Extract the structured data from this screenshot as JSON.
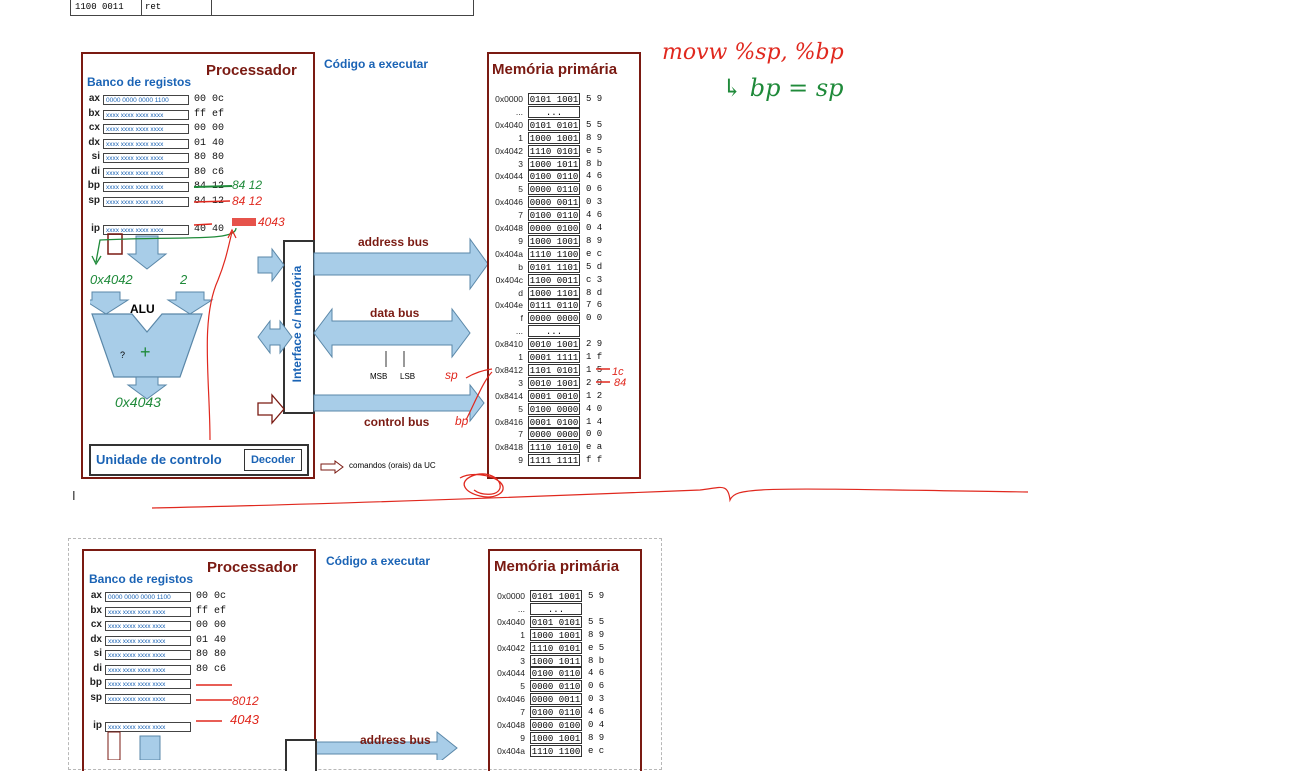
{
  "top_table": {
    "row_code": "1100 0011",
    "row_mnemonic": "ret"
  },
  "diagram": {
    "processor_title": "Processador",
    "register_bank_title": "Banco de registos",
    "code_label": "Código a executar",
    "memory_title": "Memória primária",
    "alu_label": "ALU",
    "alu_op": "?",
    "control_unit": "Unidade de controlo",
    "decoder": "Decoder",
    "interface_label": "Interface c/ memória",
    "address_bus": "address bus",
    "data_bus": "data bus",
    "control_bus": "control bus",
    "msb": "MSB",
    "lsb": "LSB",
    "legend": "comandos (orais) da UC"
  },
  "registers": [
    {
      "name": "ax",
      "bits": "0000 0000 0000 1100",
      "val": "00 0c"
    },
    {
      "name": "bx",
      "bits": "xxxx xxxx  xxxx xxxx",
      "val": "ff ef"
    },
    {
      "name": "cx",
      "bits": "xxxx xxxx  xxxx xxxx",
      "val": "00 00"
    },
    {
      "name": "dx",
      "bits": "xxxx xxxx  xxxx xxxx",
      "val": "01 40"
    },
    {
      "name": "si",
      "bits": "xxxx xxxx  xxxx xxxx",
      "val": "80 80"
    },
    {
      "name": "di",
      "bits": "xxxx xxxx  xxxx xxxx",
      "val": "80 c6"
    },
    {
      "name": "bp",
      "bits": "xxxx xxxx  xxxx xxxx",
      "val": "84 12"
    },
    {
      "name": "sp",
      "bits": "xxxx xxxx  xxxx xxxx",
      "val": "84 12"
    },
    {
      "name": "ip",
      "bits": "xxxx xxxx  xxxx xxxx",
      "val": "40 40"
    }
  ],
  "memory": [
    {
      "addr": "0x0000",
      "bin": "0101 1001",
      "hex": "5 9"
    },
    {
      "addr": "...",
      "bin": "...",
      "hex": ""
    },
    {
      "addr": "0x4040",
      "bin": "0101 0101",
      "hex": "5 5"
    },
    {
      "addr": "1",
      "bin": "1000 1001",
      "hex": "8 9"
    },
    {
      "addr": "0x4042",
      "bin": "1110 0101",
      "hex": "e 5"
    },
    {
      "addr": "3",
      "bin": "1000 1011",
      "hex": "8 b"
    },
    {
      "addr": "0x4044",
      "bin": "0100 0110",
      "hex": "4 6"
    },
    {
      "addr": "5",
      "bin": "0000 0110",
      "hex": "0 6"
    },
    {
      "addr": "0x4046",
      "bin": "0000 0011",
      "hex": "0 3"
    },
    {
      "addr": "7",
      "bin": "0100 0110",
      "hex": "4 6"
    },
    {
      "addr": "0x4048",
      "bin": "0000 0100",
      "hex": "0 4"
    },
    {
      "addr": "9",
      "bin": "1000 1001",
      "hex": "8 9"
    },
    {
      "addr": "0x404a",
      "bin": "1110 1100",
      "hex": "e c"
    },
    {
      "addr": "b",
      "bin": "0101 1101",
      "hex": "5 d"
    },
    {
      "addr": "0x404c",
      "bin": "1100 0011",
      "hex": "c 3"
    },
    {
      "addr": "d",
      "bin": "1000 1101",
      "hex": "8 d"
    },
    {
      "addr": "0x404e",
      "bin": "0111 0110",
      "hex": "7 6"
    },
    {
      "addr": "f",
      "bin": "0000 0000",
      "hex": "0 0"
    },
    {
      "addr": "...",
      "bin": "...",
      "hex": ""
    },
    {
      "addr": "0x8410",
      "bin": "0010 1001",
      "hex": "2 9"
    },
    {
      "addr": "1",
      "bin": "0001 1111",
      "hex": "1 f"
    },
    {
      "addr": "0x8412",
      "bin": "1101 0101",
      "hex": "1 5"
    },
    {
      "addr": "3",
      "bin": "0010 1001",
      "hex": "2 9"
    },
    {
      "addr": "0x8414",
      "bin": "0001 0010",
      "hex": "1 2"
    },
    {
      "addr": "5",
      "bin": "0100 0000",
      "hex": "4 0"
    },
    {
      "addr": "0x8416",
      "bin": "0001 0100",
      "hex": "1 4"
    },
    {
      "addr": "7",
      "bin": "0000 0000",
      "hex": "0 0"
    },
    {
      "addr": "0x8418",
      "bin": "1110 1010",
      "hex": "e a"
    },
    {
      "addr": "9",
      "bin": "1111 1111",
      "hex": "f f"
    }
  ],
  "registers2": [
    {
      "name": "ax",
      "bits": "0000 0000 0000 1100",
      "val": "00 0c"
    },
    {
      "name": "bx",
      "bits": "xxxx xxxx  xxxx xxxx",
      "val": "ff ef"
    },
    {
      "name": "cx",
      "bits": "xxxx xxxx  xxxx xxxx",
      "val": "00 00"
    },
    {
      "name": "dx",
      "bits": "xxxx xxxx  xxxx xxxx",
      "val": "01 40"
    },
    {
      "name": "si",
      "bits": "xxxx xxxx  xxxx xxxx",
      "val": "80 80"
    },
    {
      "name": "di",
      "bits": "xxxx xxxx  xxxx xxxx",
      "val": "80 c6"
    },
    {
      "name": "bp",
      "bits": "xxxx xxxx  xxxx xxxx",
      "val": ""
    },
    {
      "name": "sp",
      "bits": "xxxx xxxx  xxxx xxxx",
      "val": ""
    },
    {
      "name": "ip",
      "bits": "xxxx xxxx  xxxx xxxx",
      "val": ""
    }
  ],
  "memory2": [
    {
      "addr": "0x0000",
      "bin": "0101 1001",
      "hex": "5 9"
    },
    {
      "addr": "...",
      "bin": "...",
      "hex": ""
    },
    {
      "addr": "0x4040",
      "bin": "0101 0101",
      "hex": "5 5"
    },
    {
      "addr": "1",
      "bin": "1000 1001",
      "hex": "8 9"
    },
    {
      "addr": "0x4042",
      "bin": "1110 0101",
      "hex": "e 5"
    },
    {
      "addr": "3",
      "bin": "1000 1011",
      "hex": "8 b"
    },
    {
      "addr": "0x4044",
      "bin": "0100 0110",
      "hex": "4 6"
    },
    {
      "addr": "5",
      "bin": "0000 0110",
      "hex": "0 6"
    },
    {
      "addr": "0x4046",
      "bin": "0000 0011",
      "hex": "0 3"
    },
    {
      "addr": "7",
      "bin": "0100 0110",
      "hex": "4 6"
    },
    {
      "addr": "0x4048",
      "bin": "0000 0100",
      "hex": "0 4"
    },
    {
      "addr": "9",
      "bin": "1000 1001",
      "hex": "8 9"
    },
    {
      "addr": "0x404a",
      "bin": "1110 1100",
      "hex": "e c"
    }
  ],
  "annotations": {
    "top_note1": "movw %sp, %bp",
    "top_note2": "↳ bp = sp",
    "bp_new": "84 12",
    "sp_new": "84 12",
    "ip_new": "4043",
    "alu_in_left": "0x4042",
    "alu_in_right": "2",
    "alu_plus": "+",
    "alu_out": "0x4043",
    "mem_sp": "sp",
    "mem_bp": "bp",
    "mem_8412_new": "1c",
    "mem_8413_new": "84",
    "second_sp": "8012",
    "second_ip": "4043"
  },
  "colors": {
    "frame": "#7a1a12",
    "blue_title": "#1a63b5",
    "bus_fill": "#a8cde8",
    "ink_green": "#1f8a3a",
    "ink_red": "#e0281e"
  }
}
